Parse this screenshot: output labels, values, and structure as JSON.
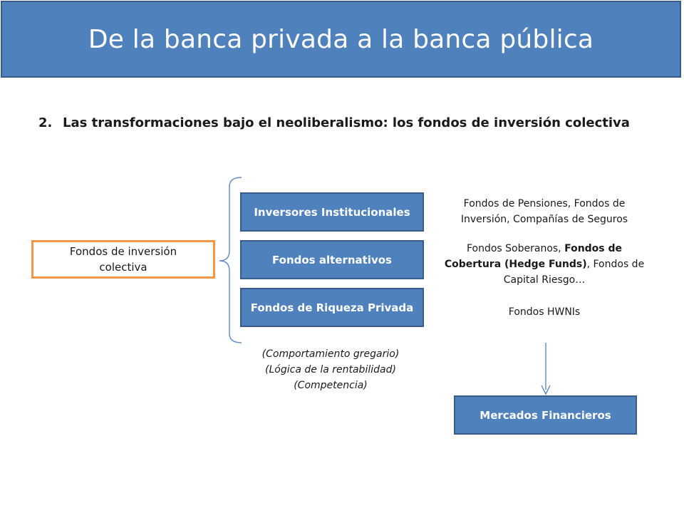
{
  "title": "De la banca privada a la banca pública",
  "section": {
    "number": "2.",
    "text": "Las transformaciones bajo el neoliberalismo: los fondos de inversión colectiva"
  },
  "root_box": "Fondos de inversión colectiva",
  "categories": [
    {
      "label": "Inversores Institucionales",
      "description": "Fondos de Pensiones, Fondos de Inversión, Compañías de Seguros"
    },
    {
      "label": "Fondos alternativos",
      "description_pre": "Fondos Soberanos, ",
      "description_bold": "Fondos de Cobertura (Hedge Funds)",
      "description_post": ", Fondos de Capital Riesgo…"
    },
    {
      "label": "Fondos de Riqueza Privada",
      "description": "Fondos HWNIs"
    }
  ],
  "behaviors": [
    "(Comportamiento gregario)",
    "(Lógica de la rentabilidad)",
    "(Competencia)"
  ],
  "target_box": "Mercados Financieros",
  "colors": {
    "primary": "#4f81bd",
    "primary_border": "#385d8a",
    "accent": "#f79646"
  }
}
